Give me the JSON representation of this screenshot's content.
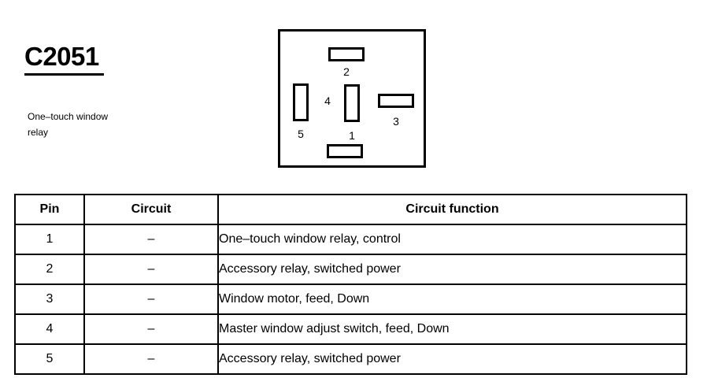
{
  "connector": {
    "id": "C2051",
    "description_lines": [
      "One–touch window",
      "relay"
    ],
    "diagram": {
      "cavities": [
        {
          "pin": "1",
          "shape": "vertical",
          "label": "1"
        },
        {
          "pin": "2",
          "shape": "horizontal",
          "label": "2"
        },
        {
          "pin": "3",
          "shape": "horizontal",
          "label": "3"
        },
        {
          "pin": "4",
          "shape": "horizontal",
          "label": "4"
        },
        {
          "pin": "5",
          "shape": "vertical",
          "label": "5"
        }
      ]
    }
  },
  "table": {
    "headers": [
      "Pin",
      "Circuit",
      "Circuit function"
    ],
    "rows": [
      {
        "pin": "1",
        "circuit": "–",
        "function": "One–touch window relay, control"
      },
      {
        "pin": "2",
        "circuit": "–",
        "function": "Accessory relay, switched power"
      },
      {
        "pin": "3",
        "circuit": "–",
        "function": "Window motor, feed, Down"
      },
      {
        "pin": "4",
        "circuit": "–",
        "function": "Master window adjust switch, feed, Down"
      },
      {
        "pin": "5",
        "circuit": "–",
        "function": "Accessory relay, switched power"
      }
    ]
  },
  "colors": {
    "ink": "#000000",
    "paper": "#ffffff"
  }
}
